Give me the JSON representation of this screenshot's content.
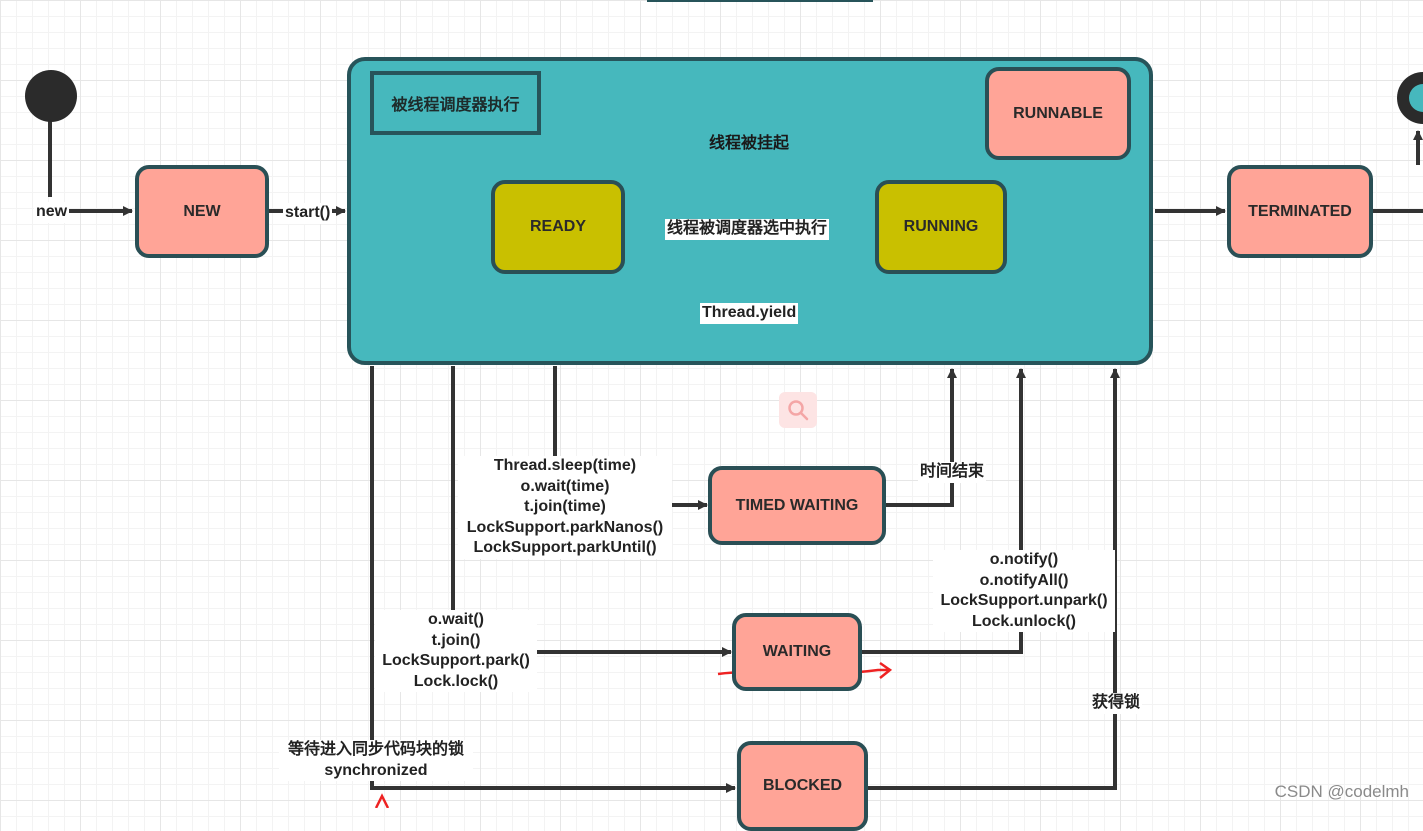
{
  "diagram": {
    "container_label": "被线程调度器执行",
    "states": {
      "new": "NEW",
      "runnable": "RUNNABLE",
      "ready": "READY",
      "running": "RUNNING",
      "terminated": "TERMINATED",
      "timed_waiting": "TIMED WAITING",
      "waiting": "WAITING",
      "blocked": "BLOCKED"
    },
    "edges": {
      "new_label": "new",
      "start_label": "start()",
      "suspended": "线程被挂起",
      "scheduled": "线程被调度器选中执行",
      "yield": "Thread.yield",
      "timed_waiting_calls": [
        "Thread.sleep(time)",
        "o.wait(time)",
        "t.join(time)",
        "LockSupport.parkNanos()",
        "LockSupport.parkUntil()"
      ],
      "time_up": "时间结束",
      "waiting_calls": [
        "o.wait()",
        "t.join()",
        "LockSupport.park()",
        "Lock.lock()"
      ],
      "notify_calls": [
        "o.notify()",
        "o.notifyAll()",
        "LockSupport.unpark()",
        "Lock.unlock()"
      ],
      "get_lock": "获得锁",
      "blocked_calls": [
        "等待进入同步代码块的锁",
        "synchronized"
      ]
    },
    "colors": {
      "runnable_fill": "#46b8bd",
      "state_fill": "#ffa497",
      "thread_fill": "#c9c000",
      "stroke": "#2b3b3b",
      "annotation": "#ee2222"
    },
    "icons": {
      "search": "search-icon"
    }
  },
  "watermark": "CSDN @codelmh"
}
